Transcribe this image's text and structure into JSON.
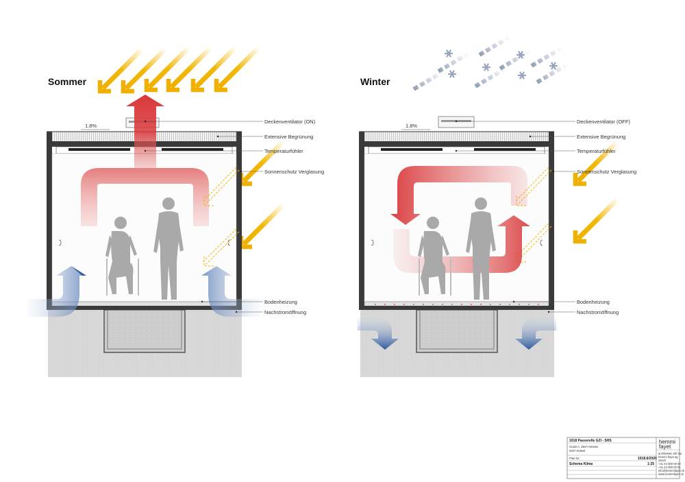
{
  "summer": {
    "title": "Sommer",
    "slope": "1.8%",
    "labels": {
      "fan": "Deckenventilator (ON)",
      "green_roof": "Extensive Begrünung",
      "sensor": "Temperaturfühler",
      "shading": "Sonnenschutz Verglasung",
      "floor_heating": "Bodenheizung",
      "vent_opening": "Nachstromöffnung"
    }
  },
  "winter": {
    "title": "Winter",
    "slope": "1.8%",
    "labels": {
      "fan": "Deckenventilator (OFF)",
      "green_roof": "Extensive Begrünung",
      "sensor": "Temperaturfühler",
      "shading": "Sonnenschutz Verglasung",
      "floor_heating": "Bodenheizung",
      "vent_opening": "Nachstromöffnung"
    }
  },
  "colors": {
    "sun": "#f2b705",
    "warm": "#d9383a",
    "cool": "#2e5a9c",
    "snow": "#a7b3c7",
    "wall": "#3a3a3a",
    "ground": "#d5d5d5",
    "figure": "#a9a9a9"
  },
  "title_block": {
    "project": "1018 Passerelle GZI - SHS",
    "address_line1": "Guido A. Zäch-Strasse",
    "address_line2": "6207 Nottwil",
    "plan_no_label": "Plan-Nr.",
    "plan_no": "1018.6/2020",
    "plan_title": "Schema Klima",
    "scale": "1:25",
    "logo_line1": "hemmi",
    "logo_line2": "fayet",
    "office_lines": [
      "architekten eth sia",
      "hemmi fayet ag",
      "zürich",
      "+41 44 000 00 00",
      "+41 44 000 00 01",
      "info@hemmifayet.ch",
      "www.hemmifayet.ch"
    ]
  }
}
